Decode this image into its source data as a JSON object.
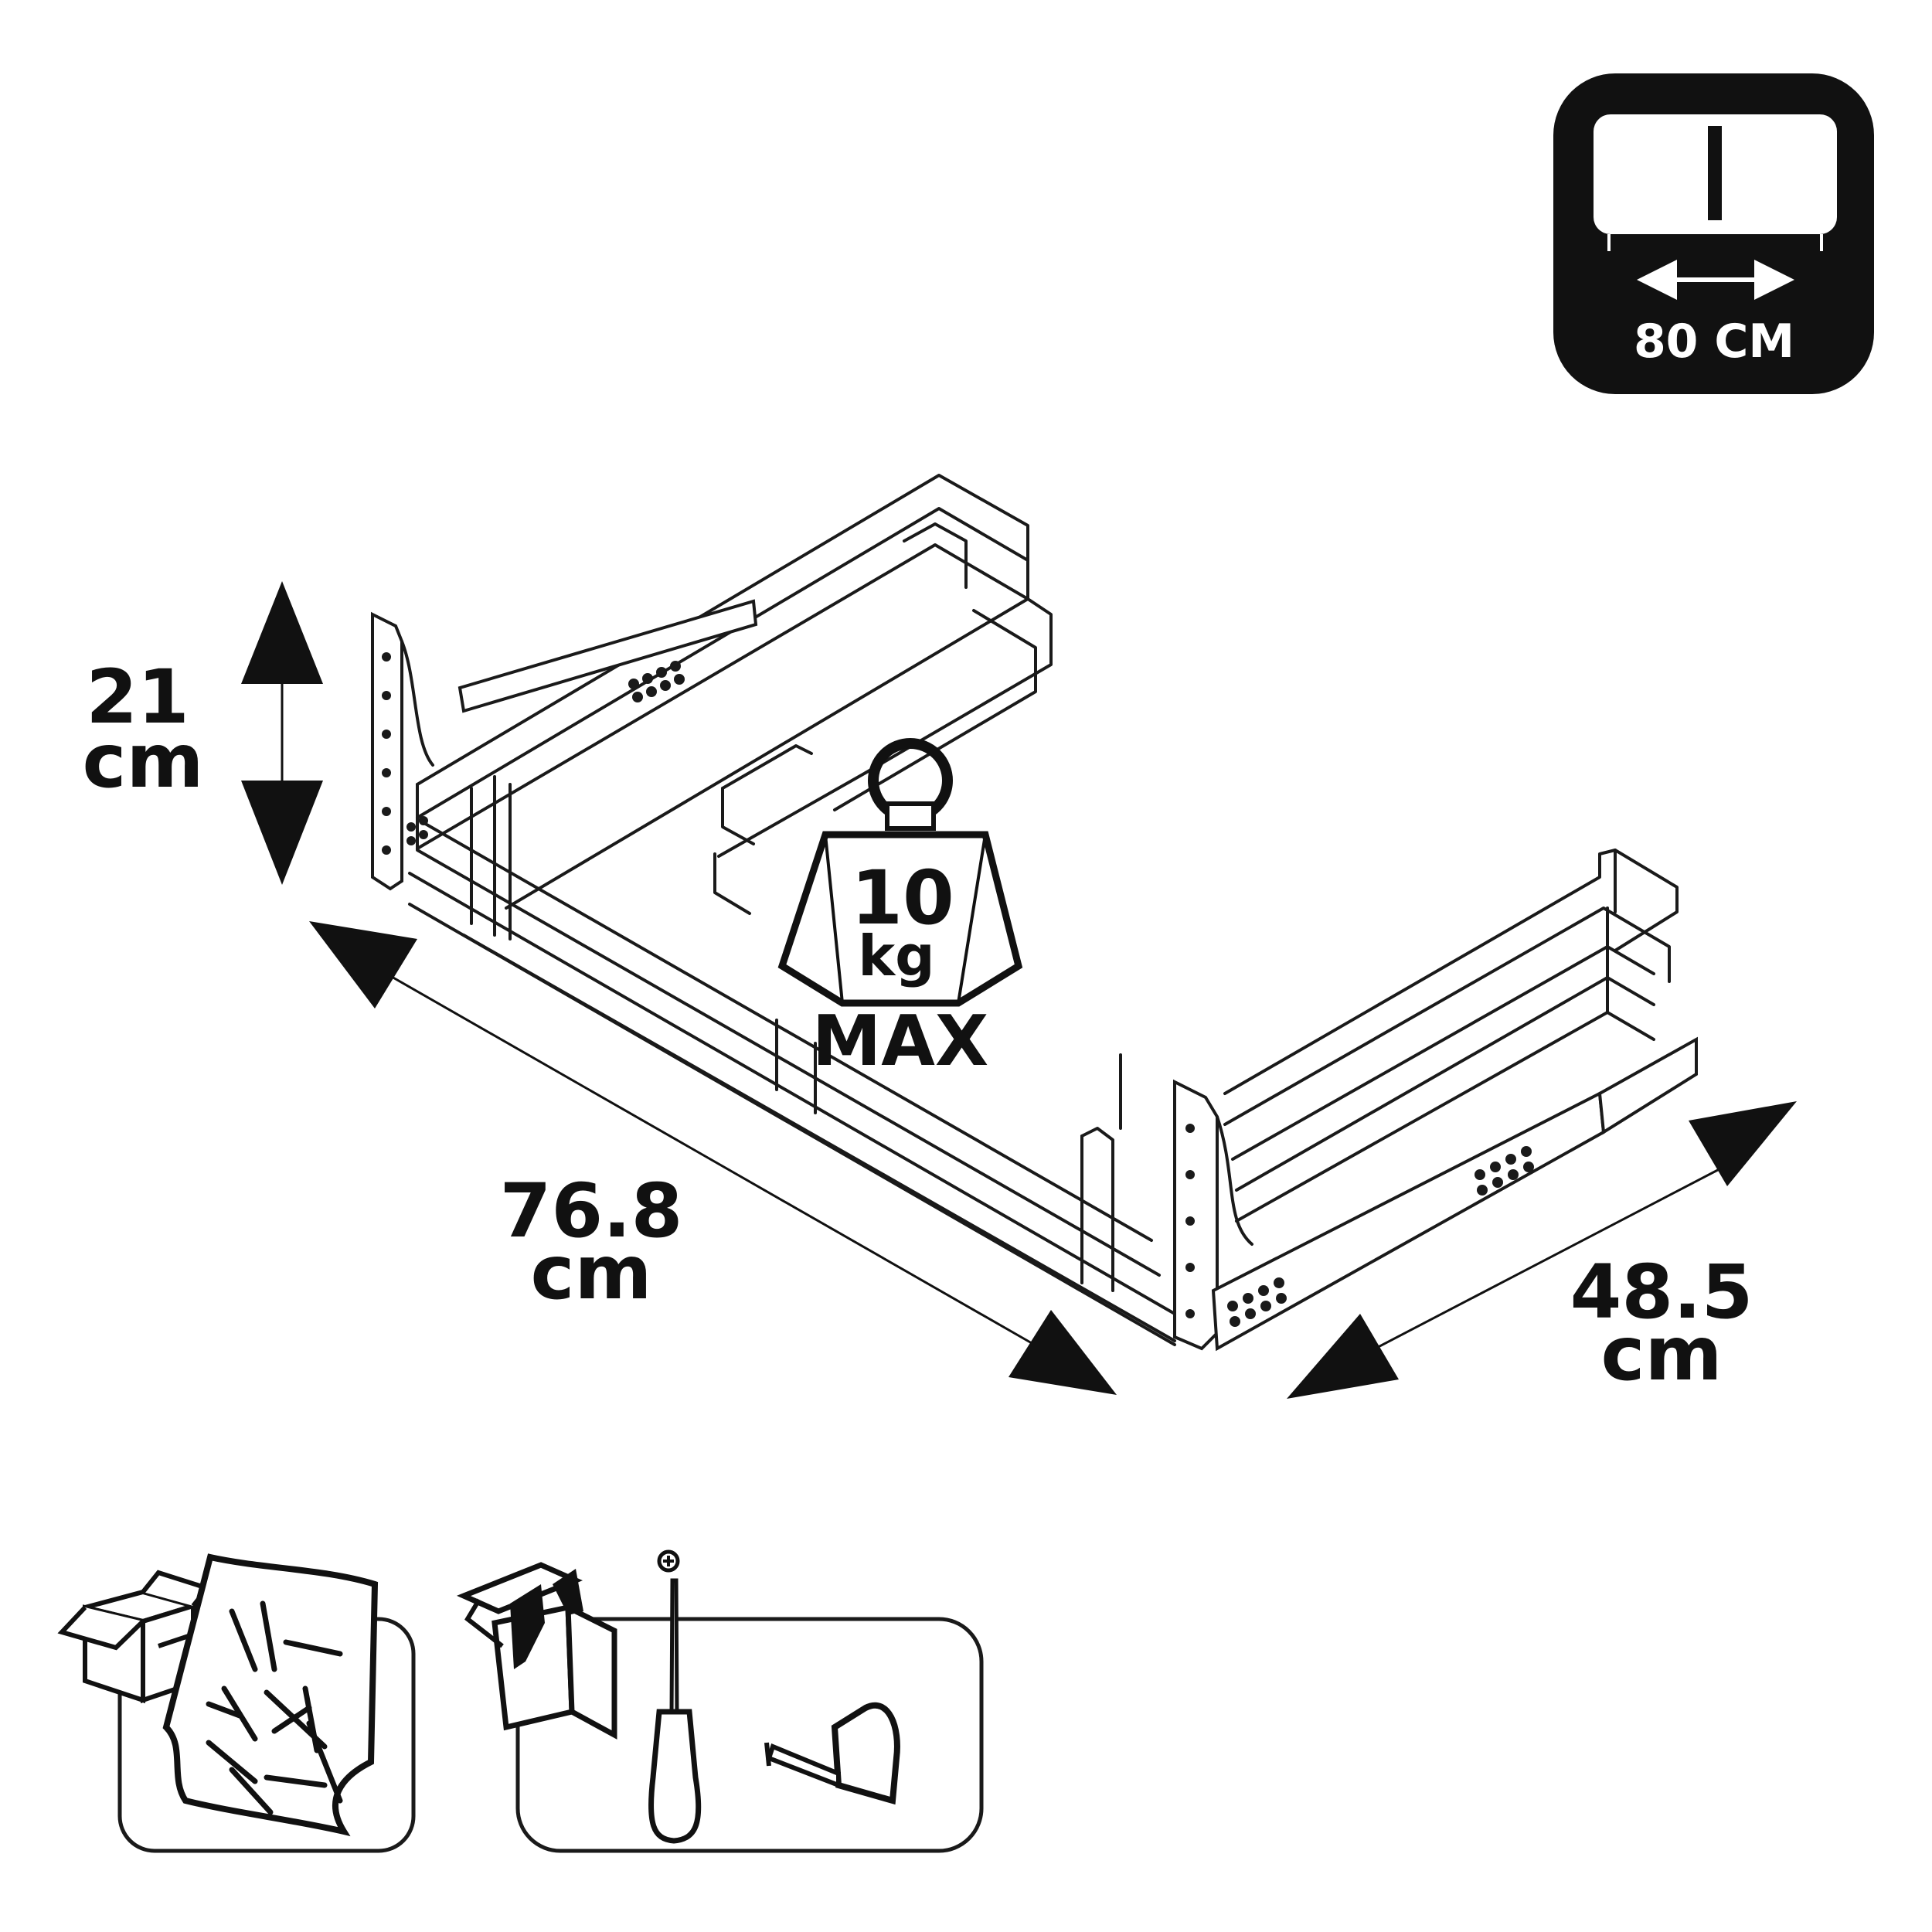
{
  "width_badge": {
    "label": "80 CM"
  },
  "dimensions": {
    "height": {
      "value": "21",
      "unit": "cm"
    },
    "length": {
      "value": "76.8",
      "unit": "cm"
    },
    "depth": {
      "value": "48.5",
      "unit": "cm"
    }
  },
  "max_load": {
    "value": "10",
    "unit": "kg",
    "label": "MAX"
  },
  "icons": [
    "cabinet-width-icon",
    "basket-drawing",
    "weight-icon",
    "box-icon",
    "screws-bag-icon",
    "toolbox-icon",
    "screwdriver-icon",
    "tape-measure-icon"
  ]
}
